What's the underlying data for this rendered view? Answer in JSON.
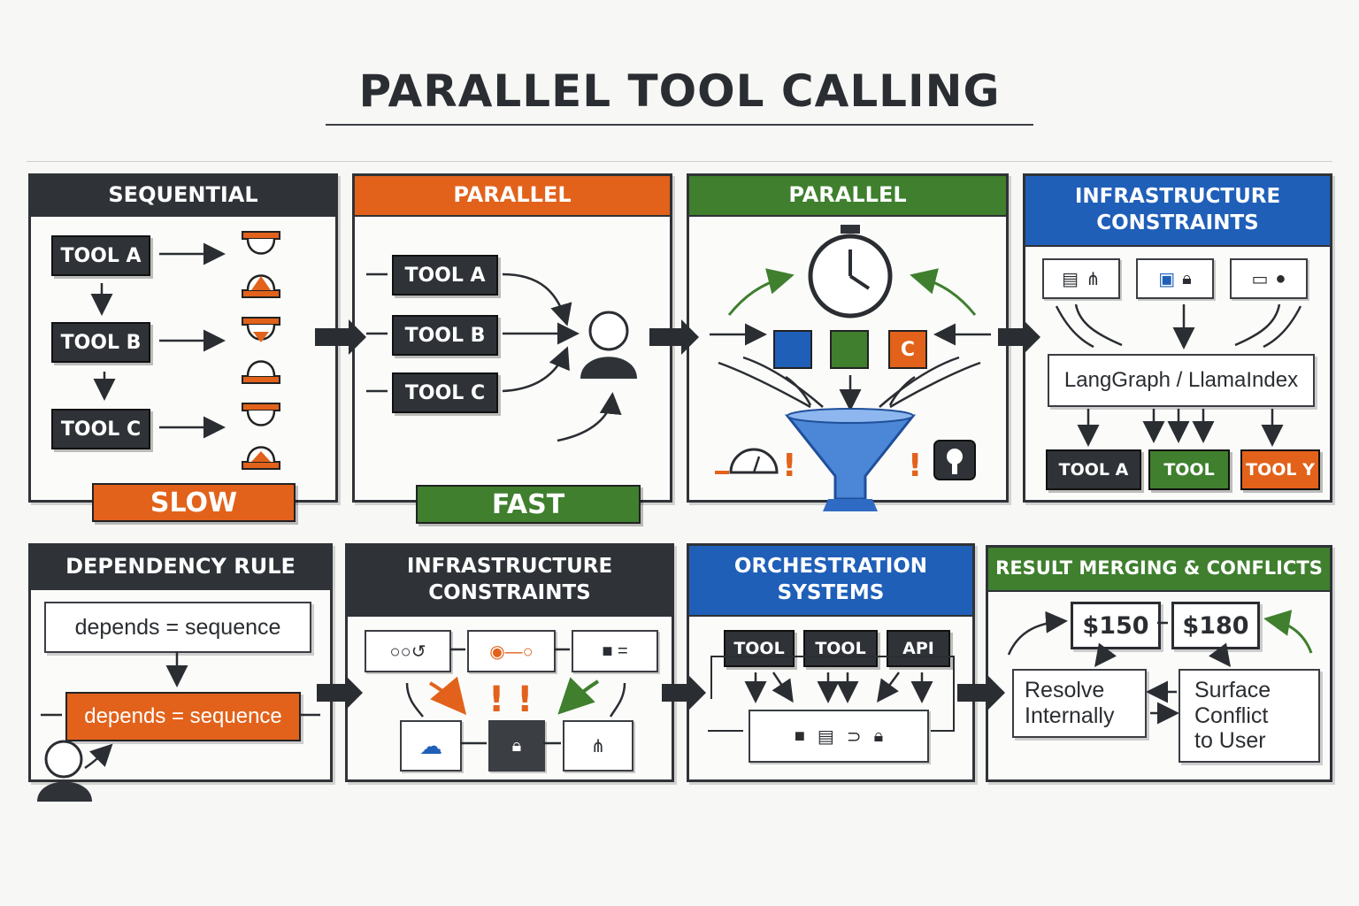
{
  "title": "PARALLEL TOOL CALLING",
  "panels": {
    "sequential": {
      "header": "SEQUENTIAL",
      "tools": [
        "TOOL A",
        "TOOL B",
        "TOOL C"
      ],
      "badge": "SLOW"
    },
    "parallel1": {
      "header": "PARALLEL",
      "tools": [
        "TOOL A",
        "TOOL B",
        "TOOL C"
      ],
      "badge": "FAST"
    },
    "parallel2": {
      "header": "PARALLEL",
      "squares": [
        "",
        "",
        "C"
      ]
    },
    "infra1": {
      "header_line1": "INFRASTRUCTURE",
      "header_line2": "CONSTRAINTS",
      "framework": "LangGraph / LlamaIndex",
      "tools": [
        "TOOL A",
        "TOOL",
        "TOOL Y"
      ]
    },
    "dependency": {
      "header": "DEPENDENCY RULE",
      "rule_top": "depends = sequence",
      "rule_bottom": "depends = sequence"
    },
    "infra2": {
      "header_line1": "INFRASTRUCTURE",
      "header_line2": "CONSTRAINTS"
    },
    "orchestration": {
      "header_line1": "ORCHESTRATION",
      "header_line2": "SYSTEMS",
      "tags": [
        "TOOL",
        "TOOL",
        "API"
      ]
    },
    "merging": {
      "header": "RESULT MERGING & CONFLICTS",
      "price_a": "$150",
      "price_b": "$180",
      "option_a_line1": "Resolve",
      "option_a_line2": "Internally",
      "option_b_line1": "Surface",
      "option_b_line2": "Conflict",
      "option_b_line3": "to User"
    }
  },
  "colors": {
    "dark": "#2f3338",
    "orange": "#e2621b",
    "green": "#3f7f2e",
    "blue": "#1f5fb8"
  },
  "icons": [
    "hourglass-icon",
    "person-icon",
    "stopwatch-icon",
    "funnel-icon",
    "gauge-icon",
    "lock-icon",
    "cloud-icon",
    "network-icon",
    "document-icon"
  ]
}
